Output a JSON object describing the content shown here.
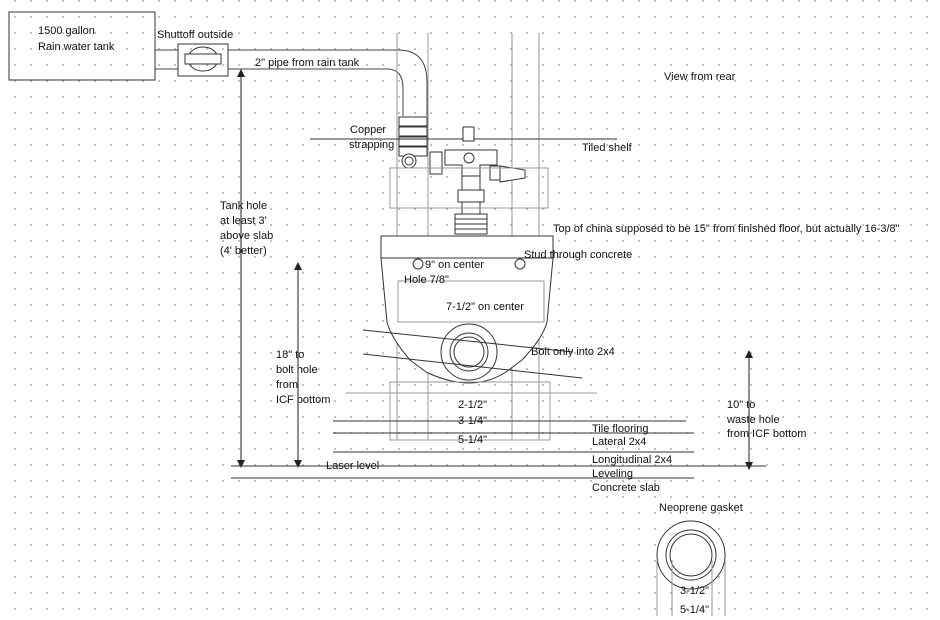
{
  "labels": {
    "tank_line1": "1500 gallon",
    "tank_line2": "Rain water tank",
    "shutoff": "Shuttoff outside",
    "pipe": "2\" pipe from rain tank",
    "view": "View from rear",
    "copper_line1": "Copper",
    "copper_line2": "strapping",
    "tiled_shelf": "Tiled shelf",
    "tank_hole_line1": "Tank hole",
    "tank_hole_line2": "at least 3'",
    "tank_hole_line3": "above slab",
    "tank_hole_line4": "(4' better)",
    "top_of_china": "Top of china supposed to be 15\" from finished floor, but actually 16-3/8\"",
    "nine_on_center": "9\" on center",
    "stud_through": "Stud through concrete",
    "hole": "Hole 7/8\"",
    "seven_half": "7-1/2\" on center",
    "bolt_only": "Bolt only into 2x4",
    "bolt_hole_line1": "18\" to",
    "bolt_hole_line2": "bolt hole",
    "bolt_hole_line3": "from",
    "bolt_hole_line4": "ICF bottom",
    "waste_line1": "10\" to",
    "waste_line2": "waste hole",
    "waste_line3": "from ICF bottom",
    "dim_2_5": "2-1/2\"",
    "dim_3_25": "3-1/4\"",
    "dim_5_25": "5-1/4\"",
    "tile_flooring": "Tile flooring",
    "lateral": "Lateral 2x4",
    "longitudinal": "Longitudinal 2x4",
    "laser_level": "Laser level",
    "leveling": "Leveling",
    "concrete_slab": "Concrete slab",
    "neoprene": "Neoprene gasket",
    "gasket_3_5": "3-1/2\"",
    "gasket_5_25": "5-1/4\""
  }
}
